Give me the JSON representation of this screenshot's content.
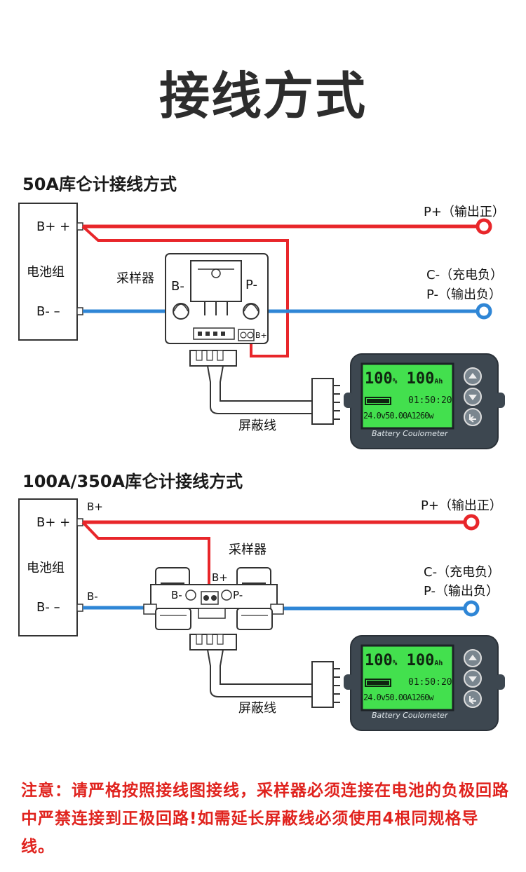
{
  "title": "接线方式",
  "diagram1": {
    "heading": "50A库仑计接线方式",
    "battery_label": "电池组",
    "battery_pos": "B+ +",
    "battery_neg": "B- –",
    "sampler_label": "采样器",
    "shunt_b_minus": "B-",
    "shunt_p_minus": "P-",
    "shunt_b_plus": "B+",
    "out_positive": "P+（输出正）",
    "charge_negative": "C-（充电负）",
    "out_negative": "P-（输出负）",
    "cable_label": "屏蔽线"
  },
  "diagram2": {
    "heading": "100A/350A库仑计接线方式",
    "battery_label": "电池组",
    "battery_pos": "B+ +",
    "battery_neg": "B- –",
    "wire_b_plus": "B+",
    "wire_b_minus": "B-",
    "sampler_label": "采样器",
    "shunt_b_plus": "B+",
    "shunt_b_minus": "B-",
    "shunt_p_minus": "P-",
    "out_positive": "P+（输出正）",
    "charge_negative": "C-（充电负）",
    "out_negative": "P-（输出负）",
    "cable_label": "屏蔽线"
  },
  "meter": {
    "percent": "100",
    "percent_unit": "%",
    "capacity": "100",
    "capacity_unit": "Ah",
    "time": "01:50:20",
    "voltage": "24.0v",
    "current": "50.00A",
    "power": "1260w",
    "brand": "Battery Coulometer"
  },
  "note": "注意：请严格按照接线图接线，采样器必须连接在电池的负极回路中严禁连接到正极回路!如需延长屏蔽线必须使用4根同规格导线。",
  "colors": {
    "red_wire": "#e8262a",
    "blue_wire": "#2f86d6",
    "lcd": "#3ee44a",
    "note": "#e0231e"
  }
}
